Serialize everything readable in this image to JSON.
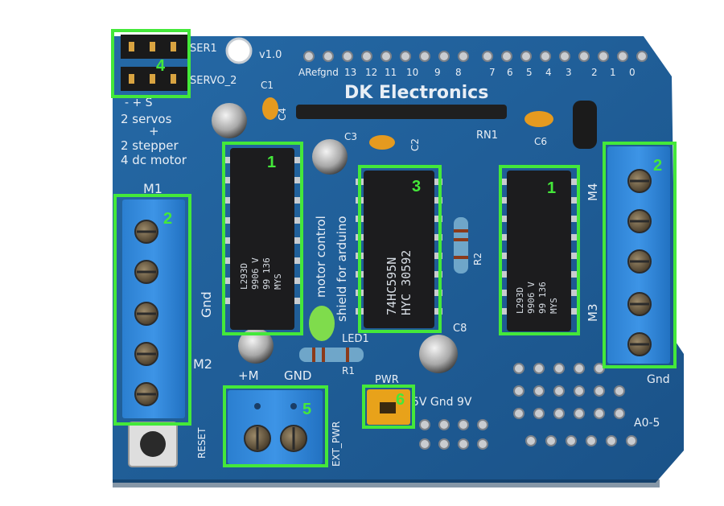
{
  "board": {
    "brand": "DK Electronics",
    "version": "v1.0",
    "header_left_labels": [
      "ARef",
      "gnd",
      "13",
      "12",
      "11",
      "10",
      "9",
      "8"
    ],
    "header_right_labels": [
      "7",
      "6",
      "5",
      "4",
      "3",
      "2",
      "1",
      "0"
    ],
    "servo1_label": "SER1",
    "servo2_label": "SERVO_2",
    "servo_pins_label": "- + S",
    "feature_lines": [
      "2 servos",
      "+",
      "2 stepper",
      "4 dc motor"
    ],
    "side_text_1": "motor control",
    "side_text_2": "shield for arduino",
    "labels": {
      "m1": "M1",
      "m2": "M2",
      "m3": "M3",
      "m4": "M4",
      "gnd_left": "Gnd",
      "gnd_bottom": "GND",
      "gnd_right": "Gnd",
      "plus_m": "+M",
      "reset": "RESET",
      "ext_pwr": "EXT_PWR",
      "pwr": "PWR",
      "power_pins": "5V  Gnd  9V",
      "analog": "A0-5",
      "led1": "LED1",
      "r1": "R1",
      "r2": "R2",
      "rn1": "RN1",
      "c1": "C1",
      "c2": "C2",
      "c3": "C3",
      "c4": "C4",
      "c6": "C6",
      "c8": "C8"
    },
    "chips": [
      {
        "id": "L293D-left",
        "lines": [
          "L293D",
          "9906 V",
          "99 136",
          "MYS"
        ]
      },
      {
        "id": "74HC595N",
        "lines": [
          "74HC595N",
          "HYC 30592"
        ]
      },
      {
        "id": "L293D-right",
        "lines": [
          "L293D",
          "9906 V",
          "99 136",
          "MYS"
        ]
      }
    ]
  },
  "annotations": [
    {
      "label": "1",
      "target": "left-motor-driver-chip"
    },
    {
      "label": "3",
      "target": "shift-register-chip"
    },
    {
      "label": "1",
      "target": "right-motor-driver-chip"
    },
    {
      "label": "2",
      "target": "left-screw-terminal-block"
    },
    {
      "label": "2",
      "target": "right-screw-terminal-block"
    },
    {
      "label": "4",
      "target": "servo-header-pins"
    },
    {
      "label": "5",
      "target": "external-power-terminal"
    },
    {
      "label": "6",
      "target": "power-jumper"
    }
  ],
  "colors": {
    "pcb": "#1f5d96",
    "pcb_dark": "#174a7a",
    "terminal_blue": "#2c84d8",
    "highlight": "#44e83a",
    "chip": "#1c1c1e",
    "pad": "#c8ccd0",
    "jumper": "#e8a21a"
  }
}
